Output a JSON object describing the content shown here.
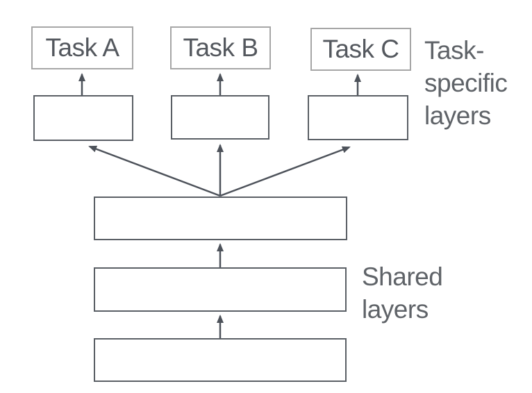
{
  "figure": {
    "title": "multi-task network diagram",
    "tasks": [
      {
        "id": "A",
        "label": "Task A"
      },
      {
        "id": "B",
        "label": "Task B"
      },
      {
        "id": "C",
        "label": "Task C"
      }
    ],
    "task_specific_label": {
      "lines": [
        "Task-",
        "specific",
        "layers"
      ]
    },
    "shared_label": {
      "lines": [
        "Shared",
        "layers"
      ]
    },
    "colors": {
      "task_box_border": "#a6a6a6",
      "layer_box_border": "#5a5f65",
      "arrow": "#4d525a",
      "task_text": "#54585e",
      "annotation_text": "#5f6368"
    }
  }
}
